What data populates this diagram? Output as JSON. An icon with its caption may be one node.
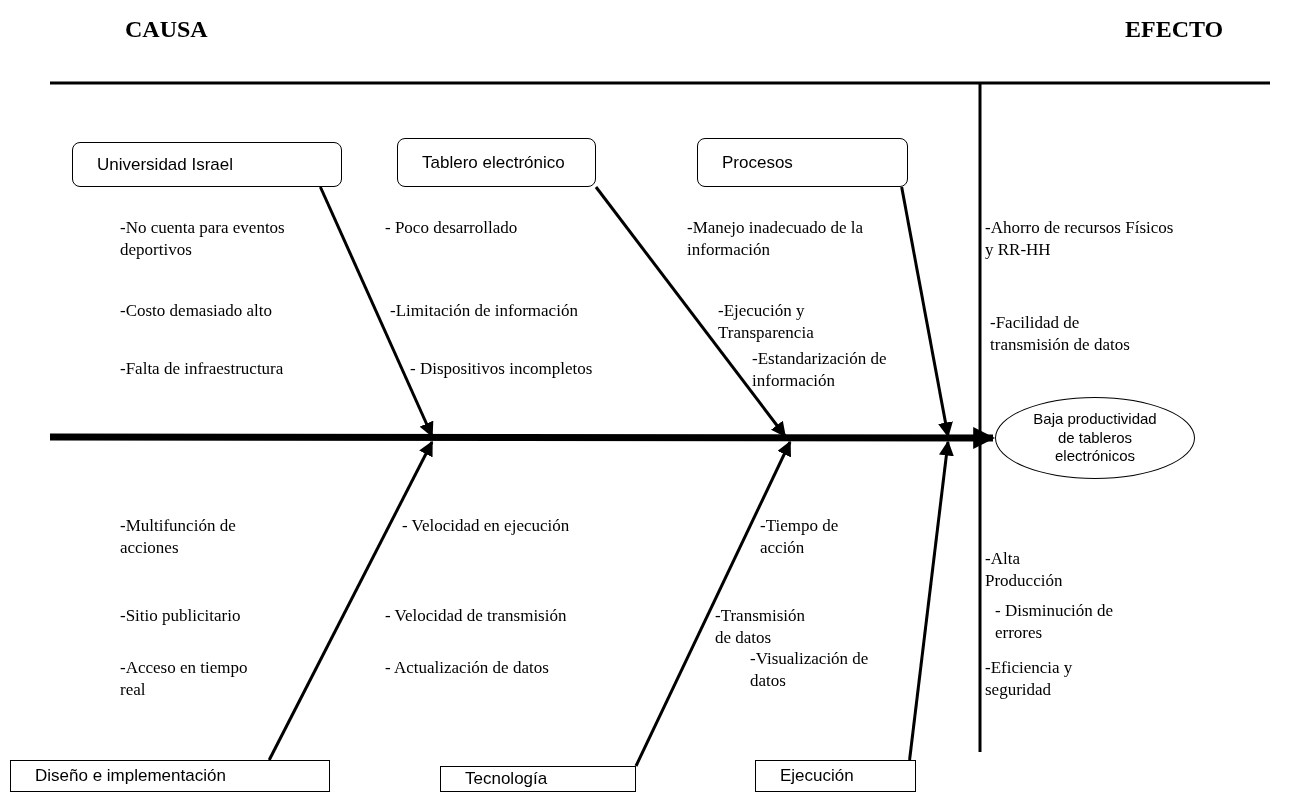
{
  "diagram": {
    "nodes": [
      {
        "text": [
          "Universidad Israel"
        ]
      },
      {
        "text": [
          "Tablero electrónico"
        ]
      },
      {
        "text": [
          "Procesos"
        ]
      },
      {
        "text": [
          "Diseño e implementación"
        ]
      },
      {
        "text": [
          "Tecnología"
        ]
      },
      {
        "text": [
          "Ejecución"
        ]
      },
      {
        "text": [
          "Baja productividad de tableros electrónicos"
        ]
      }
    ],
    "edges": [
      {
        "from": null,
        "to": 6,
        "arrow": "to",
        "style": "thick"
      },
      {
        "from": 0,
        "to": null,
        "arrow": "to"
      },
      {
        "from": 1,
        "to": null,
        "arrow": "to"
      },
      {
        "from": 2,
        "to": null,
        "arrow": "to"
      },
      {
        "from": 3,
        "to": null,
        "arrow": "to"
      },
      {
        "from": 4,
        "to": null,
        "arrow": "to"
      },
      {
        "from": 5,
        "to": null,
        "arrow": "to"
      }
    ],
    "labels": [
      "CAUSA",
      "EFECTO",
      "-No cuenta para eventos deportivos",
      "- Poco desarrollado",
      "-Manejo inadecuado de la información",
      "-Ahorro de recursos Físicos y RR-HH",
      "-Costo demasiado alto",
      "-Limitación de información",
      "-Ejecución y Transparencia",
      "-Facilidad de transmisión de datos",
      "-Falta de infraestructura",
      "- Dispositivos incompletos",
      "-Estandarización de información",
      "-Multifunción de acciones",
      "- Velocidad en ejecución",
      "-Tiempo de acción",
      "-Alta Producción",
      "-Sitio publicitario",
      "- Velocidad de transmisión",
      "-Transmisión de datos",
      "- Disminución de errores",
      "-Acceso en tiempo real",
      "- Actualización de datos",
      "-Visualización de datos",
      "-Eficiencia y seguridad"
    ]
  }
}
